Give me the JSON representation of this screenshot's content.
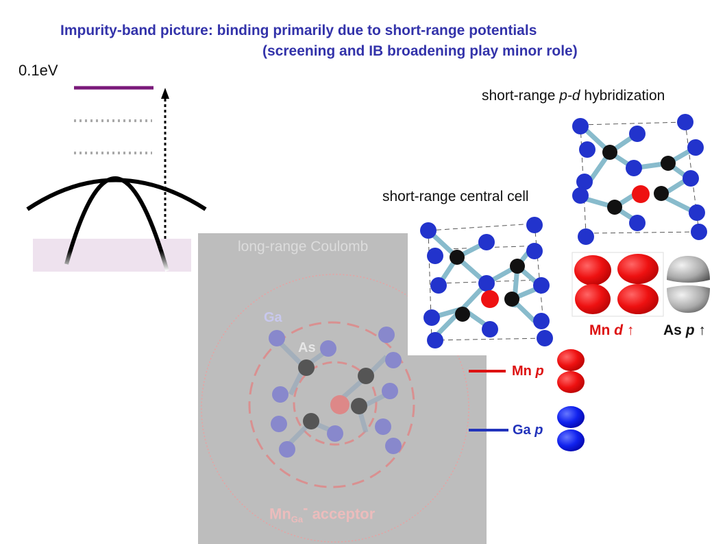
{
  "title": {
    "line1": "Impurity-band picture: binding primarily due to short-range potentials",
    "line2": "(screening and IB broadening play minor role)"
  },
  "energy_label": "0.1eV",
  "labels": {
    "pd_prefix": "short-range ",
    "pd_italic": "p-d",
    "pd_suffix": " hybridization",
    "central_cell": "short-range central cell",
    "coulomb": "long-range Coulomb",
    "ga_atom": "Ga",
    "as_atom": "As",
    "acceptor_mn": "Mn",
    "acceptor_sub": "Ga",
    "acceptor_sup": "-",
    "acceptor_word": "acceptor"
  },
  "orbitals": {
    "mn_d_prefix": "Mn ",
    "mn_d_italic": "d",
    "mn_d_arrow": "↑",
    "as_p_prefix": "As ",
    "as_p_italic": "p",
    "as_p_arrow": "↑",
    "mn_p_prefix": "Mn ",
    "mn_p_italic": "p",
    "ga_p_prefix": "Ga ",
    "ga_p_italic": "p"
  },
  "colors": {
    "title": "#3333aa",
    "level": "#7a1a7a",
    "mn": "#dd1111",
    "ga": "#2222bb",
    "atom_blue": "#2233cc",
    "atom_black": "#111111",
    "bond": "#88bbcc",
    "panel": "#bdbdbd",
    "band_fill": "#eee2ee"
  }
}
